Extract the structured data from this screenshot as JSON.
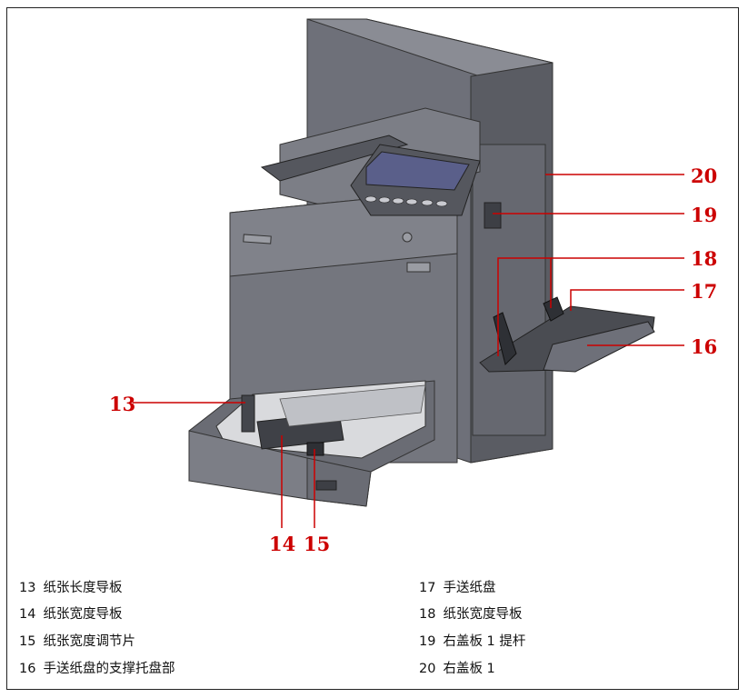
{
  "callouts": {
    "c13": "13",
    "c14": "14",
    "c15": "15",
    "c16": "16",
    "c17": "17",
    "c18": "18",
    "c19": "19",
    "c20": "20"
  },
  "legend": {
    "left": [
      {
        "num": "13",
        "label": "纸张长度导板"
      },
      {
        "num": "14",
        "label": "纸张宽度导板"
      },
      {
        "num": "15",
        "label": "纸张宽度调节片"
      },
      {
        "num": "16",
        "label": "手送纸盘的支撑托盘部"
      }
    ],
    "right": [
      {
        "num": "17",
        "label": "手送纸盘"
      },
      {
        "num": "18",
        "label": "纸张宽度导板"
      },
      {
        "num": "19",
        "label": "右盖板 1 提杆"
      },
      {
        "num": "20",
        "label": "右盖板 1"
      }
    ]
  },
  "colors": {
    "callout": "#cc0000",
    "body": "#6e7079",
    "body_dark": "#4f5158",
    "body_light": "#8a8c94",
    "screen": "#5a5f8a"
  }
}
